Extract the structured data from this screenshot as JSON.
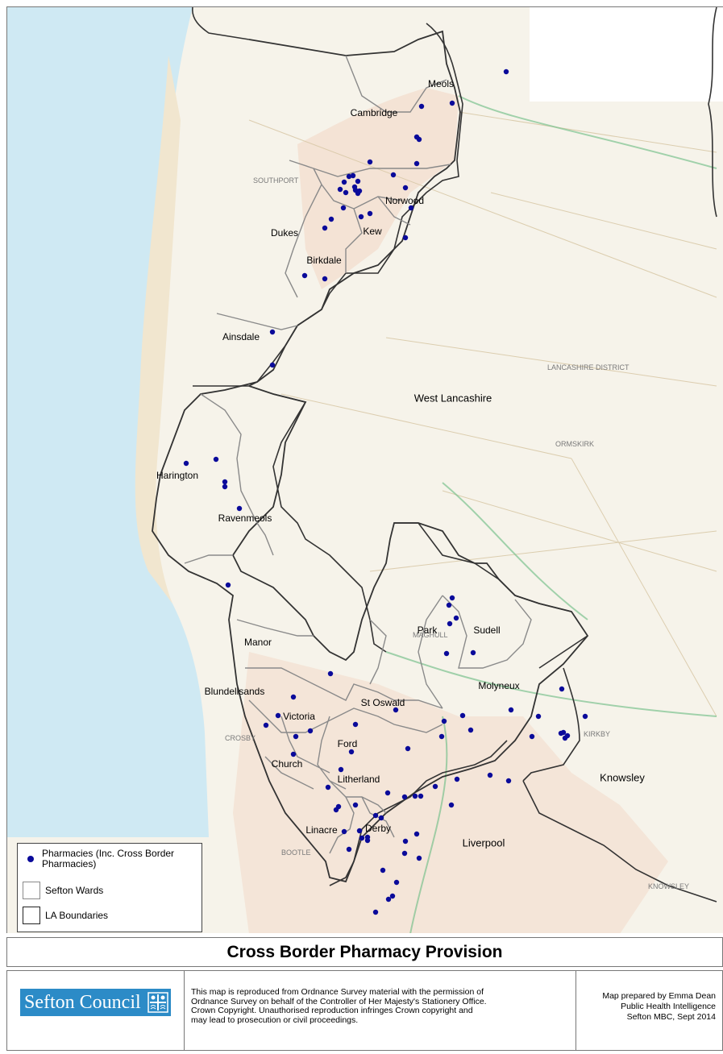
{
  "title": "Cross Border Pharmacy Provision",
  "legend": {
    "pharmacies": "Pharmacies (Inc. Cross Border Pharmacies)",
    "wards": "Sefton Wards",
    "la": "LA Boundaries"
  },
  "ward_labels": [
    "Meols",
    "Cambridge",
    "Norwood",
    "Dukes",
    "Kew",
    "Birkdale",
    "Ainsdale",
    "Harington",
    "Ravenmeols",
    "Park",
    "Sudell",
    "Manor",
    "Molyneux",
    "Blundellsands",
    "St Oswald",
    "Victoria",
    "Ford",
    "Church",
    "Litherland",
    "Linacre",
    "Derby"
  ],
  "la_labels": [
    "West Lancashire",
    "Knowsley",
    "Liverpool"
  ],
  "basemap_text": [
    "SOUTHPORT",
    "ORMSKIRK",
    "MAGHULL",
    "KIRKBY",
    "CROSBY",
    "BOOTLE",
    "KNOWSLEY",
    "LANCASHIRE DISTRICT"
  ],
  "logo": {
    "text": "Sefton Council",
    "icon": "council-crest-icon"
  },
  "copyright": [
    "This map is reproduced from Ordnance Survey material with the permission of",
    "Ordnance Survey on behalf of the Controller of Her Majesty's Stationery Office.",
    "Crown Copyright.  Unauthorised reproduction infringes Crown copyright and",
    "may lead to prosecution or civil proceedings."
  ],
  "credit": [
    "Map prepared by Emma Dean",
    "Public Health Intelligence",
    "Sefton MBC, Sept 2014"
  ],
  "colors": {
    "pharmacy": "#0a0a9a",
    "sea": "#cfe9f3",
    "land": "#f6f3ea",
    "sand": "#f1e6cf",
    "logo": "#2c8bc7"
  }
}
